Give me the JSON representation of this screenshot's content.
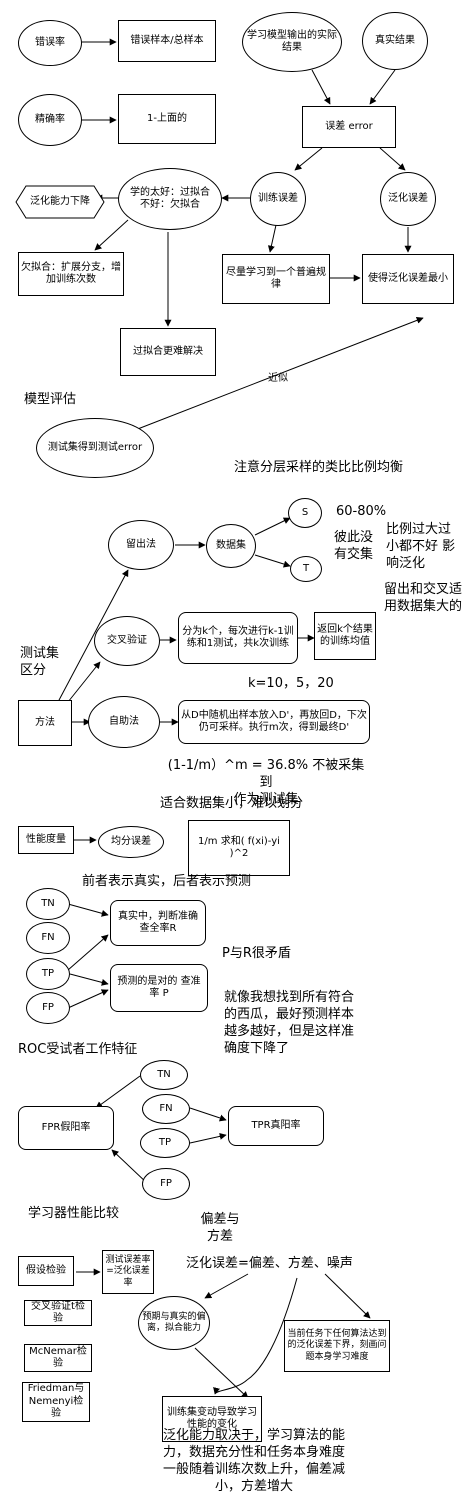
{
  "row1": {
    "error_rate": "错误率",
    "error_formula": "错误样本/总样本",
    "model_output": "学习模型输出的实际结果",
    "true_result": "真实结果"
  },
  "row2": {
    "precision": "精确率",
    "precision_formula": "1-上面的",
    "error_node": "误差 error"
  },
  "generalization": {
    "ability_down": "泛化能力下降",
    "fit_decision": "学的太好：过拟合\n不好：欠拟合",
    "train_error": "训练误差",
    "gen_error": "泛化误差",
    "underfit_fix": "欠拟合：扩展分支，增加训练次数",
    "learn_common": "尽量学习到一个普遍规律",
    "min_gen_error": "使得泛化误差最小",
    "overfit_hard": "过拟合更难解决",
    "approx_label": "近似"
  },
  "evaluation": {
    "title": "模型评估",
    "test_error": "测试集得到测试error",
    "stratified_note": "注意分层采样的类比比例均衡"
  },
  "split": {
    "holdout": "留出法",
    "dataset": "数据集",
    "s": "S",
    "t": "T",
    "ratio": "60-80%",
    "no_overlap": "彼此没\n有交集",
    "ratio_note": "比例过大过\n小都不好 影\n响泛化",
    "holdout_note": "留出和交叉适\n用数据集大的",
    "test_split": "测试集\n区分",
    "cross_val": "交叉验证",
    "kfold_desc": "分为k个，每次进行k-1训练和1测试，共k次训练",
    "kfold_return": "返回k个结果的训练均值",
    "k_values": "k=10，5，20",
    "method": "方法",
    "bootstrap": "自助法",
    "bootstrap_desc": "从D中随机出样本放入D'，再放回D，下次仍可采样。执行m次，得到最终D'",
    "prob_note": "(1-1/m）^m = 36.8% 不被采集到\n作为测试集",
    "small_note": "适合数据集小，难以划分"
  },
  "metrics": {
    "perf_measure": "性能度量",
    "mse": "均分误差",
    "mse_formula": "1/m 求和( f(xi)-yi )^2",
    "truth_pred": "前者表示真实，后者表示预测",
    "tn": "TN",
    "fn": "FN",
    "tp": "TP",
    "fp": "FP",
    "recall": "真实中，判断准确\n查全率R",
    "precision_p": "预测的是对的 查准率\nP",
    "pr_conflict": "P与R很矛盾",
    "melon_note": "就像我想找到所有符合\n的西瓜，最好预测样本\n越多越好，但是这样准\n确度下降了"
  },
  "roc": {
    "title": "ROC受试者工作特征",
    "tn": "TN",
    "fn": "FN",
    "tp": "TP",
    "fp": "FP",
    "fpr": "FPR假阳率",
    "tpr": "TPR真阳率"
  },
  "compare": {
    "title": "学习器性能比较",
    "hypothesis": "假设检验",
    "test_eq_gen": "测试误差率\n=泛化误差\n率",
    "cv_test": "交叉验证t检验",
    "mcnemar": "McNemar检验",
    "friedman": "Friedman与\nNemenyi检验"
  },
  "bias": {
    "title": "偏差与\n方差",
    "decomp": "泛化误差=偏差、方差、噪声",
    "bias_desc": "预期与真实的偏离，拟合能力",
    "noise_desc": "当前任务下任何算法达到的泛化误差下界，刻画问题本身学习难度",
    "variance_desc": "训练集变动导致学习性能的变化",
    "conclusion": "泛化能力取决于，学习算法的能\n力，数据充分性和任务本身难度\n一般随着训练次数上升，偏差减\n小，方差增大"
  }
}
